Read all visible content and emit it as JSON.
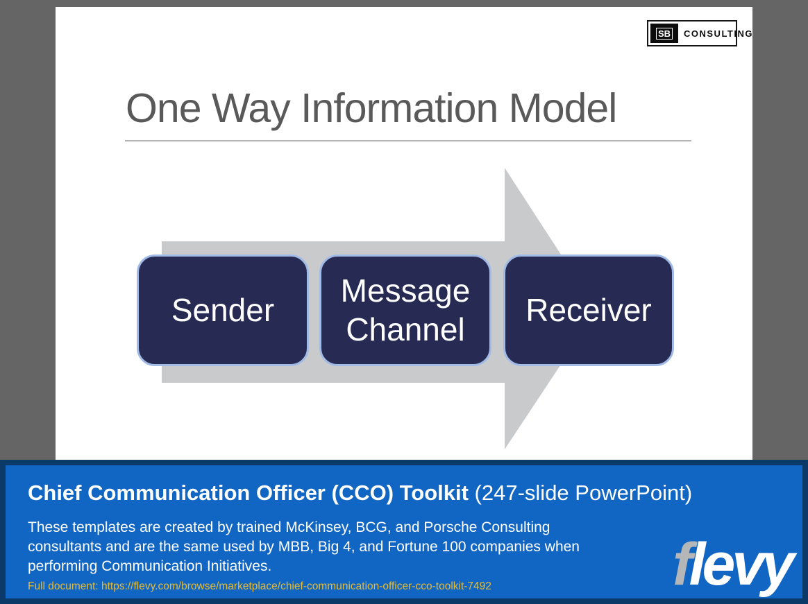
{
  "colors": {
    "page_bg": "#666566",
    "slide_bg": "#ffffff",
    "title_gray": "#595959",
    "rule_gray": "#b3b3b3",
    "arrow_gray": "#c9cacc",
    "box_navy": "#272b54",
    "box_border": "#a2bbe6",
    "box_text": "#ffffff",
    "banner_blue": "#1166c4",
    "banner_border": "#0b3a68",
    "banner_text": "#ffffff",
    "link_gold": "#e9bb30",
    "flevy_f_gray": "#b5b6b8"
  },
  "slide": {
    "logo": {
      "mark": "SB",
      "name": "CONSULTING"
    },
    "title": "One Way Information Model",
    "diagram": {
      "boxes": [
        {
          "label": "Sender"
        },
        {
          "label": "Message Channel"
        },
        {
          "label": "Receiver"
        }
      ]
    }
  },
  "banner": {
    "title": "Chief Communication Officer (CCO) Toolkit",
    "title_suffix": " (247-slide PowerPoint)",
    "description": "These templates are created by trained McKinsey, BCG, and Porsche Consulting\nconsultants and are the same used by MBB, Big 4, and Fortune 100 companies when\nperforming Communication Initiatives.",
    "link": "Full document: https://flevy.com/browse/marketplace/chief-communication-officer-cco-toolkit-7492",
    "brand": {
      "f": "f",
      "rest": "levy"
    }
  }
}
